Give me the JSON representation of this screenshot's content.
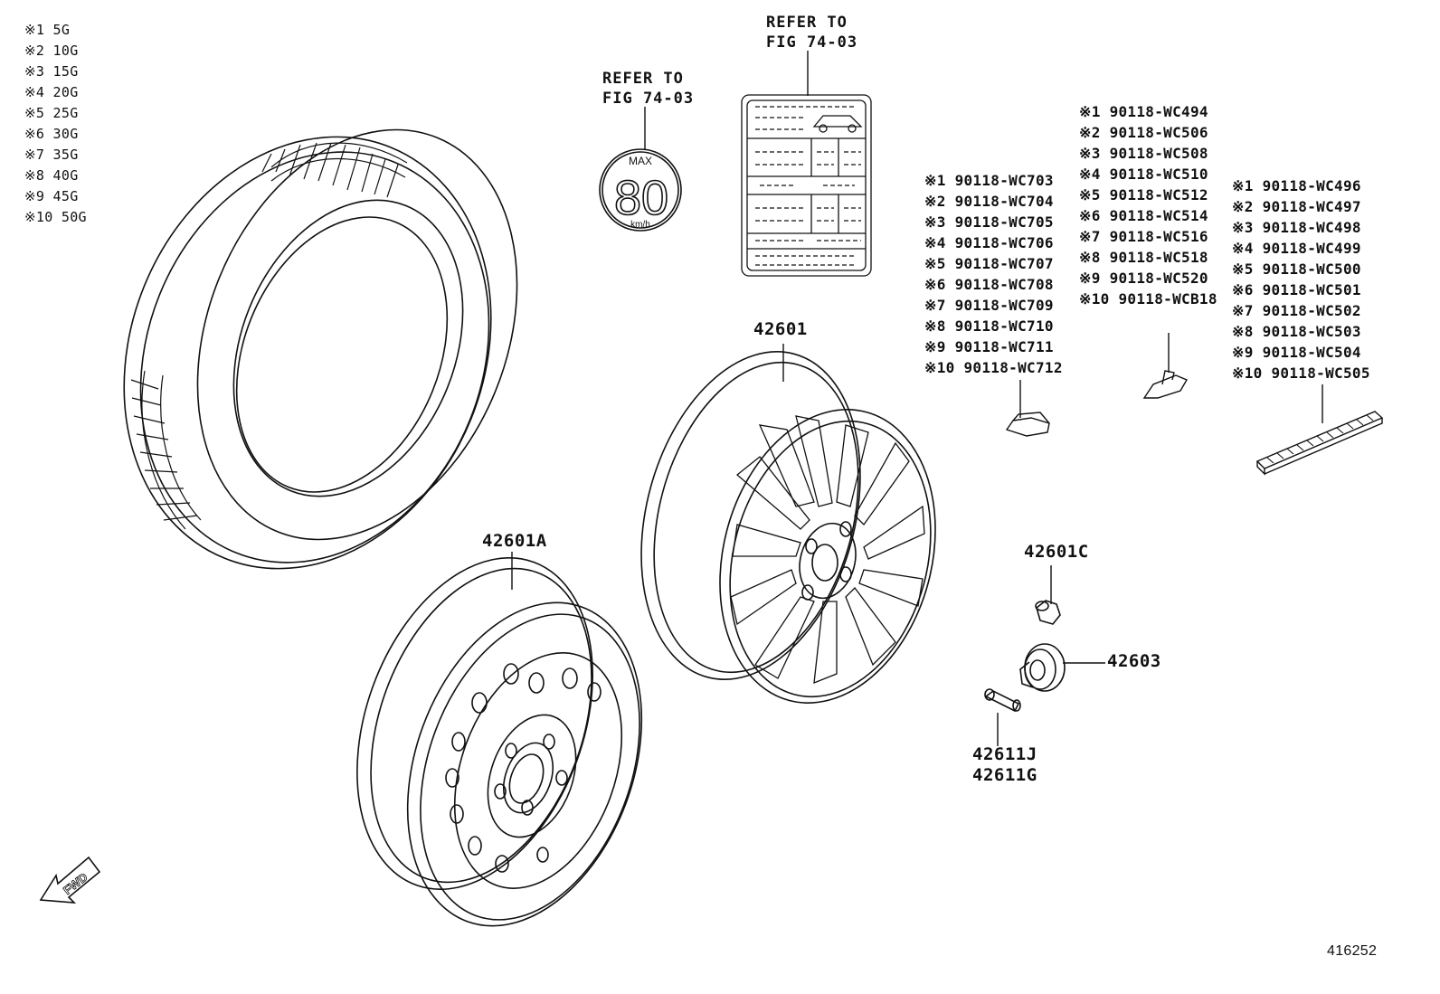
{
  "weight_legend": [
    "※1 5G",
    "※2 10G",
    "※3 15G",
    "※4 20G",
    "※5 25G",
    "※6 30G",
    "※7 35G",
    "※8 40G",
    "※9 45G",
    "※10 50G"
  ],
  "refer_left": {
    "line1": "REFER TO",
    "line2": "FIG 74-03"
  },
  "refer_center": {
    "line1": "REFER TO",
    "line2": "FIG 74-03"
  },
  "speed_sticker": {
    "max": "MAX",
    "value": "80",
    "unit": "km/h"
  },
  "weights_list_a": [
    "※1 90118-WC703",
    "※2 90118-WC704",
    "※3 90118-WC705",
    "※4 90118-WC706",
    "※5 90118-WC707",
    "※6 90118-WC708",
    "※7 90118-WC709",
    "※8 90118-WC710",
    "※9 90118-WC711",
    "※10 90118-WC712"
  ],
  "weights_list_b": [
    "※1 90118-WC494",
    "※2 90118-WC506",
    "※3 90118-WC508",
    "※4 90118-WC510",
    "※5 90118-WC512",
    "※6 90118-WC514",
    "※7 90118-WC516",
    "※8 90118-WC518",
    "※9 90118-WC520",
    "※10 90118-WCB18"
  ],
  "weights_list_c": [
    "※1 90118-WC496",
    "※2 90118-WC497",
    "※3 90118-WC498",
    "※4 90118-WC499",
    "※5 90118-WC500",
    "※6 90118-WC501",
    "※7 90118-WC502",
    "※8 90118-WC503",
    "※9 90118-WC504",
    "※10 90118-WC505"
  ],
  "parts": {
    "alloy_wheel": "42601",
    "steel_wheel": "42601A",
    "nut_cap": "42601C",
    "center_cap": "42603",
    "valve_1": "42611J",
    "valve_2": "42611G"
  },
  "fwd": "FWD",
  "figure_id": "416252"
}
